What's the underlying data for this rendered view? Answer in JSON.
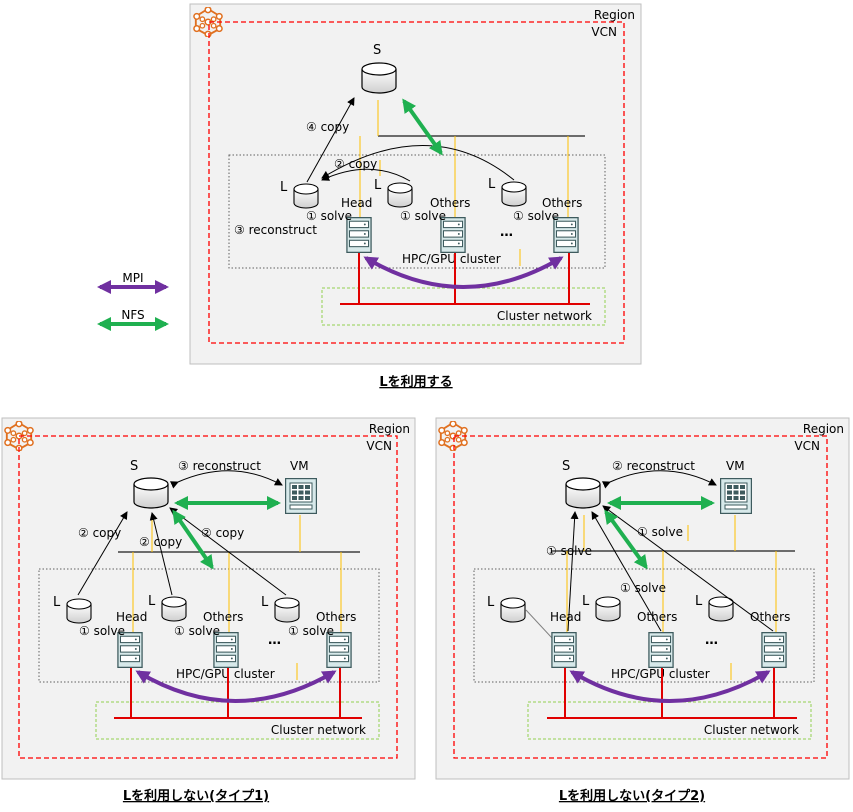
{
  "colors": {
    "mpi": "#7030a0",
    "nfs": "#1fb050",
    "vcn_border": "#ff0000",
    "cluster_net_border": "#92d050",
    "cluster_net_line": "#e00000",
    "panel_bg": "#f2f2f2",
    "panel_border": "#bfbfbf",
    "yellow_link": "#ffc000"
  },
  "legend": {
    "mpi": "MPI",
    "nfs": "NFS"
  },
  "common": {
    "region": "Region",
    "vcn": "VCN",
    "storage": "S",
    "local": "L",
    "vm": "VM",
    "head": "Head",
    "others": "Others",
    "hpc_cluster": "HPC/GPU cluster",
    "cluster_network": "Cluster network",
    "ellipsis": "…"
  },
  "diagram_top": {
    "caption": "Lを利用する",
    "step_copy_4": "④ copy",
    "step_copy_2": "② copy",
    "step_reconstruct_3": "③ reconstruct",
    "step_solve_1": "① solve"
  },
  "diagram_bl": {
    "caption": "Lを利用しない(タイプ1)",
    "step_reconstruct_3": "③ reconstruct",
    "step_copy_2": "② copy",
    "step_solve_1": "① solve"
  },
  "diagram_br": {
    "caption": "Lを利用しない(タイプ2)",
    "step_reconstruct_2": "② reconstruct",
    "step_solve_1": "① solve"
  }
}
